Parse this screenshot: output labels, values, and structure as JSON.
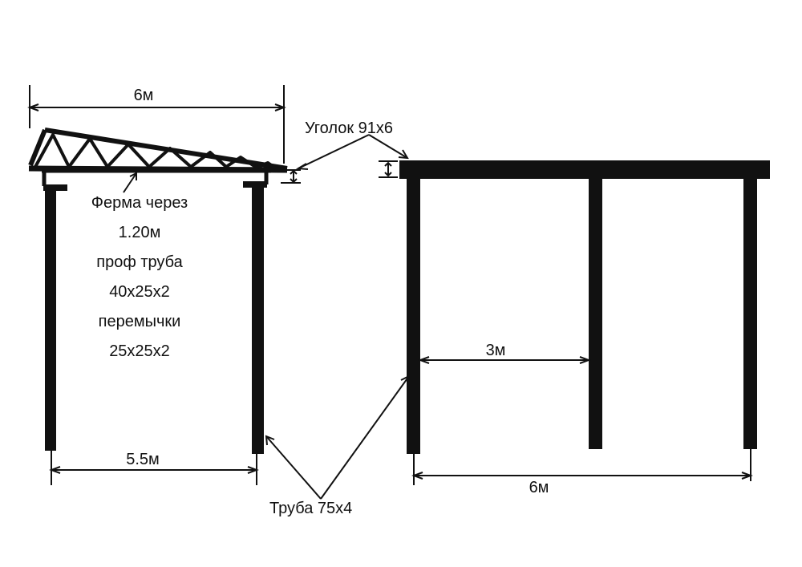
{
  "colors": {
    "ink": "#111111",
    "background": "#ffffff"
  },
  "labels": {
    "truss_span": "6м",
    "angle_profile": "Уголок 91х6",
    "truss_note": [
      "Ферма через",
      "1.20м",
      "проф труба",
      "40х25х2",
      "перемычки",
      "25х25х2"
    ],
    "side_column_span": "5.5м",
    "pipe_profile": "Труба 75х4",
    "front_mid_span": "3м",
    "front_total_span": "6м"
  }
}
